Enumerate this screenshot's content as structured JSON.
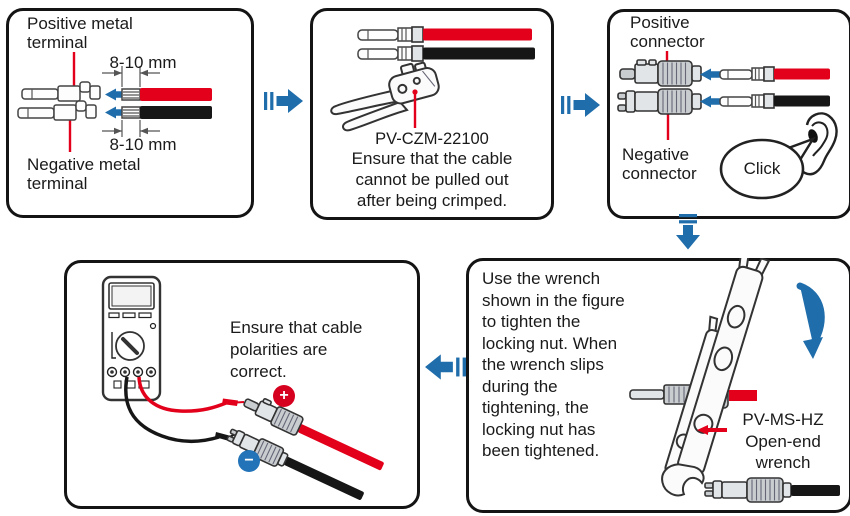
{
  "colors": {
    "c-blue": "#1f6dab",
    "c-red": "#e3001b",
    "c-ink": "#1a1a1a",
    "c-black": "#161616",
    "c-badge-red": "#d6001f",
    "c-badge-blue": "#2273b8"
  },
  "panels": {
    "strip": {
      "positive_label": "Positive metal\nterminal",
      "negative_label": "Negative metal\nterminal",
      "dim_top": "8-10 mm",
      "dim_bottom": "8-10 mm"
    },
    "crimp": {
      "tool_model": "PV-CZM-22100",
      "note": "Ensure that the cable\ncannot be pulled out\nafter being crimped."
    },
    "insert": {
      "positive_label": "Positive\nconnector",
      "negative_label": "Negative\nconnector",
      "click_label": "Click"
    },
    "tighten": {
      "note": "Use the wrench\nshown in the figure\nto tighten the\nlocking nut. When\nthe wrench slips\nduring the\ntightening, the\nlocking nut has\nbeen tightened.",
      "wrench_label": "PV-MS-HZ\nOpen-end\nwrench"
    },
    "verify": {
      "note": "Ensure that cable\npolarities are\ncorrect.",
      "positive_symbol": "+",
      "negative_symbol": "−"
    }
  }
}
